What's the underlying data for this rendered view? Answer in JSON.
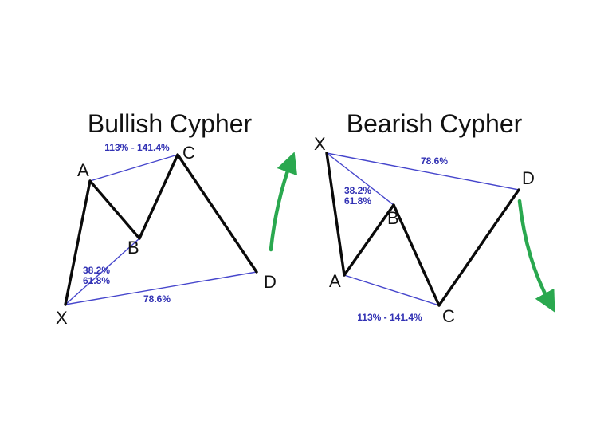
{
  "colors": {
    "background": "#ffffff",
    "pattern_line": "#0a0a0a",
    "ratio_line": "#4646cc",
    "ratio_text": "#3232b4",
    "point_text": "#111111",
    "title_text": "#111111",
    "arrow": "#2aa84f"
  },
  "bullish": {
    "title": "Bullish Cypher",
    "points": {
      "x": "X",
      "a": "A",
      "b": "B",
      "c": "C",
      "d": "D"
    },
    "ratios": {
      "ac_extension": "113% - 141.4%",
      "xb_retracement_min": "38.2%",
      "xb_retracement_max": "61.8%",
      "xd_retracement": "78.6%"
    },
    "arrow_direction": "up"
  },
  "bearish": {
    "title": "Bearish Cypher",
    "points": {
      "x": "X",
      "a": "A",
      "b": "B",
      "c": "C",
      "d": "D"
    },
    "ratios": {
      "ac_extension": "113% - 141.4%",
      "xb_retracement_min": "38.2%",
      "xb_retracement_max": "61.8%",
      "xd_retracement": "78.6%"
    },
    "arrow_direction": "down"
  }
}
